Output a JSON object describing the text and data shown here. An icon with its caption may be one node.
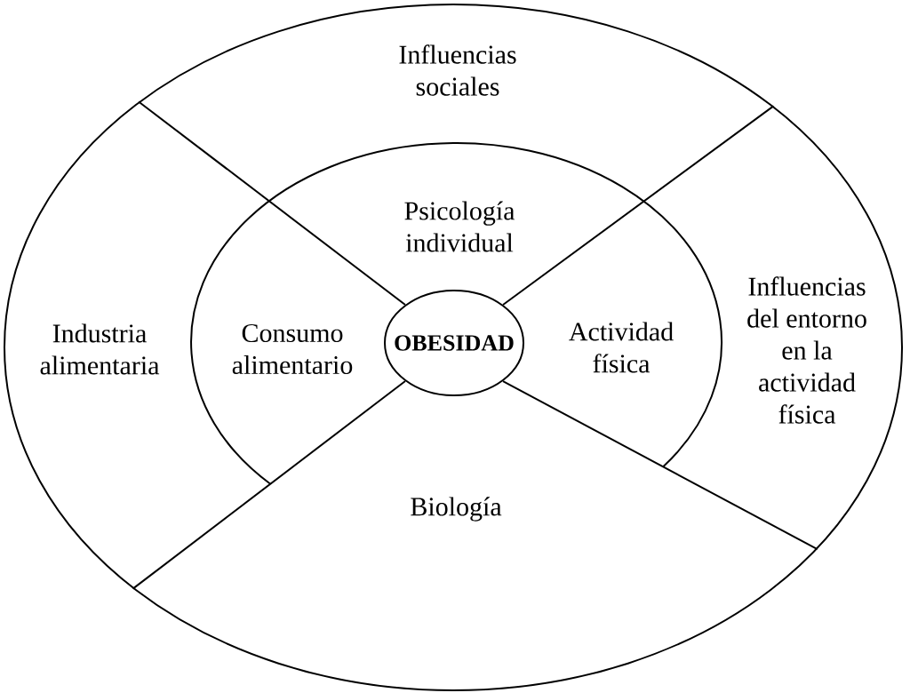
{
  "diagram": {
    "nodes": [
      {
        "text": [
          "Influencias sociales",
          "Industria alimentaria",
          "Influencias del entorno en la actividad física"
        ]
      },
      {
        "text": [
          "Psicología individual",
          "Consumo alimentario",
          "Actividad física",
          "Biología"
        ],
        "in": 0
      },
      {
        "text": [
          "OBESIDAD"
        ],
        "in": 1
      }
    ],
    "edges": [
      {
        "from": 2,
        "to": 0,
        "arrow": "none"
      },
      {
        "from": 2,
        "to": 0,
        "arrow": "none"
      },
      {
        "from": 2,
        "to": 0,
        "arrow": "none"
      },
      {
        "from": 2,
        "to": 0,
        "arrow": "none"
      }
    ]
  }
}
